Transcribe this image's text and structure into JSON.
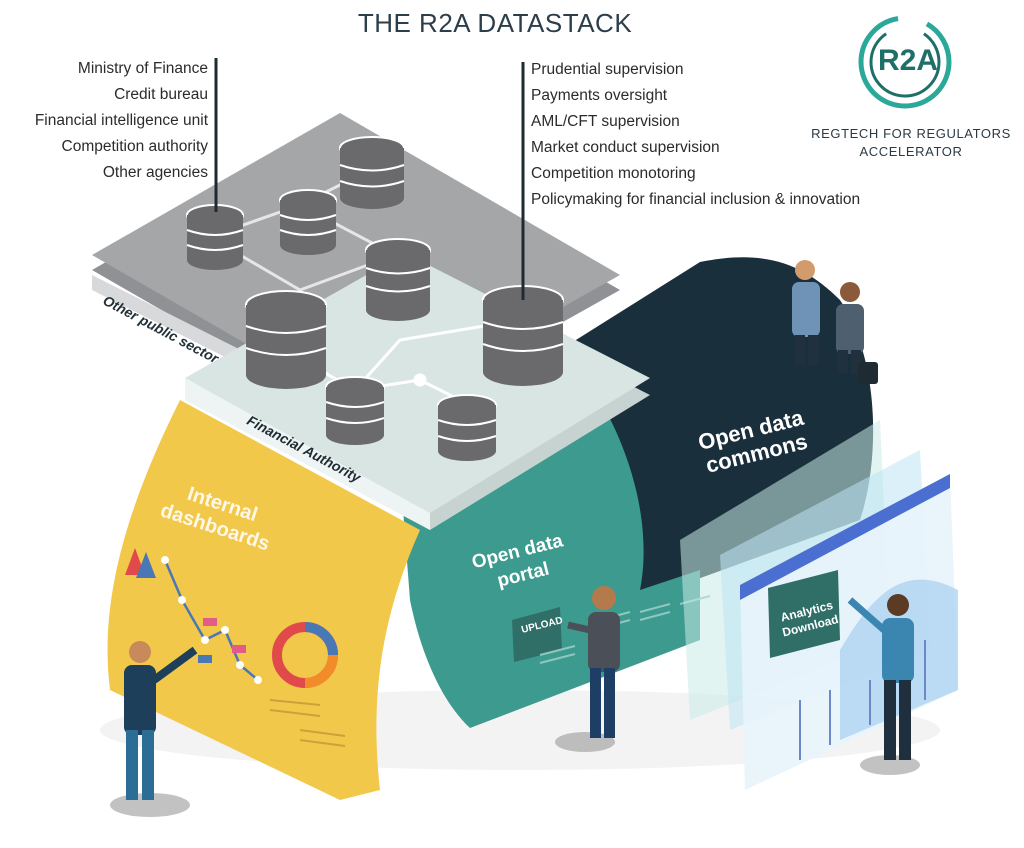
{
  "title": "THE R2A DATASTACK",
  "left_list": [
    "Ministry of Finance",
    "Credit bureau",
    "Financial intelligence unit",
    "Competition authority",
    "Other agencies"
  ],
  "right_list": [
    "Prudential supervision",
    "Payments oversight",
    "AML/CFT supervision",
    "Market conduct supervision",
    "Competition monotoring",
    "Policymaking for financial inclusion & innovation"
  ],
  "logo": {
    "mark": "R2A",
    "caption_line1": "REGTECH FOR REGULATORS",
    "caption_line2": "ACCELERATOR",
    "color": "#2aa89a"
  },
  "layers": {
    "other_public_sector": "Other public sector",
    "financial_authority": "Financial Authority"
  },
  "channels": {
    "internal_line1": "Internal",
    "internal_line2": "dashboards",
    "portal_line1": "Open data",
    "portal_line2": "portal",
    "commons_line1": "Open data",
    "commons_line2": "commons",
    "upload": "UPLOAD",
    "analytics_line1": "Analytics",
    "analytics_line2": "Download"
  },
  "colors": {
    "yellow": "#f2c84b",
    "teal": "#3d9a8f",
    "navy": "#1a2f3c",
    "gray_platform": "#a4a6a8",
    "light_platform": "#d9e5e3",
    "database": "#6a6a6c"
  }
}
